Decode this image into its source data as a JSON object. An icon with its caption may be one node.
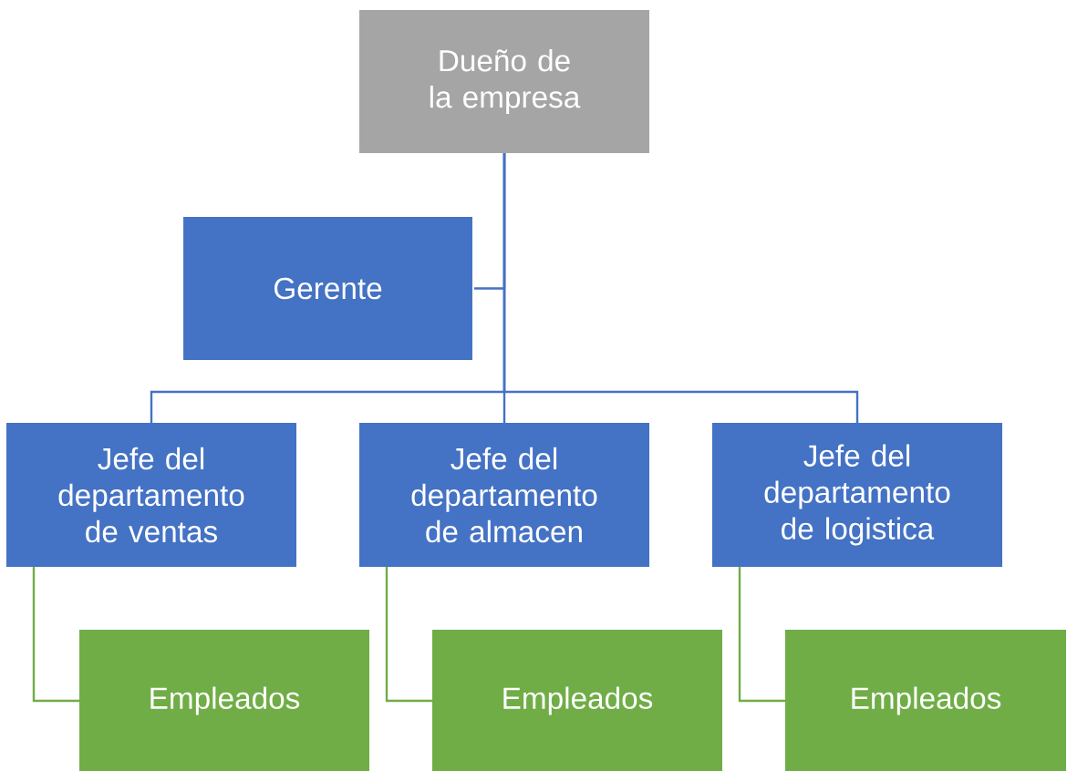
{
  "diagram": {
    "nodes": [
      {
        "text": [
          "Dueño de la empresa"
        ]
      },
      {
        "text": [
          "Gerente"
        ]
      },
      {
        "text": [
          "Jefe del departamento de ventas"
        ]
      },
      {
        "text": [
          "Jefe del departamento de almacen"
        ]
      },
      {
        "text": [
          "Jefe del departamento de logistica"
        ]
      },
      {
        "text": [
          "Empleados"
        ]
      },
      {
        "text": [
          "Empleados"
        ]
      },
      {
        "text": [
          "Empleados"
        ]
      }
    ],
    "edges": [
      {
        "from": 0,
        "to": 1,
        "arrow": "none"
      },
      {
        "from": 0,
        "to": 2,
        "arrow": "none"
      },
      {
        "from": 0,
        "to": 3,
        "arrow": "none"
      },
      {
        "from": 0,
        "to": 4,
        "arrow": "none"
      },
      {
        "from": 2,
        "to": 5,
        "arrow": "none",
        "color": "#70ad47"
      },
      {
        "from": 3,
        "to": 6,
        "arrow": "none",
        "color": "#70ad47"
      },
      {
        "from": 4,
        "to": 7,
        "arrow": "none",
        "color": "#70ad47"
      }
    ]
  }
}
